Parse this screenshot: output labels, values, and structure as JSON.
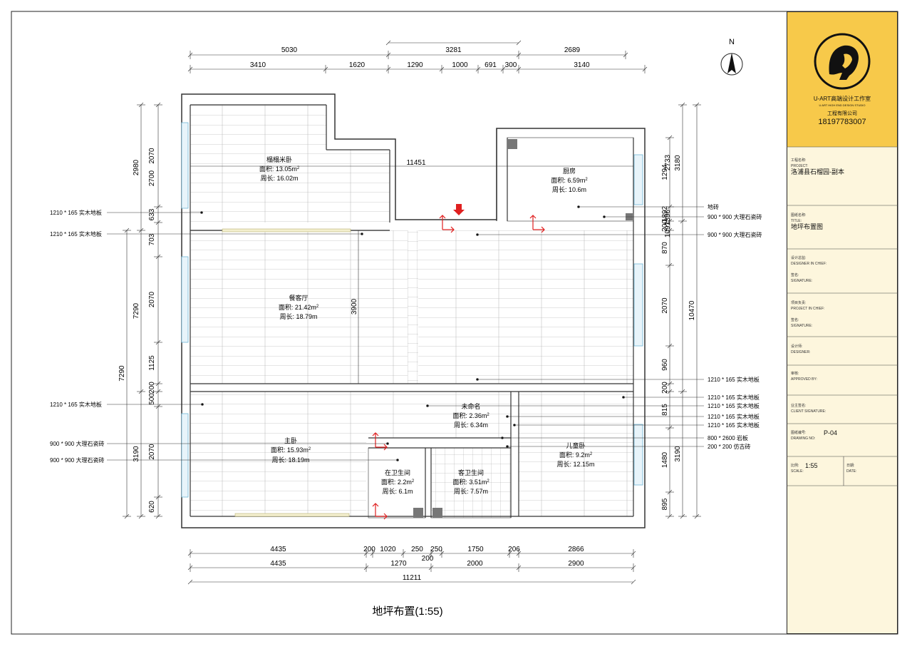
{
  "drawing_title": "地坪布置(1:55)",
  "north": "N",
  "rooms": [
    {
      "name": "榻榻米卧",
      "area": "面积: 13.05m",
      "perimeter": "周长: 16.02m"
    },
    {
      "name": "厨房",
      "area": "面积: 6.59m",
      "perimeter": "周长: 10.6m"
    },
    {
      "name": "餐客厅",
      "area": "面积: 21.42m",
      "perimeter": "周长: 18.79m"
    },
    {
      "name": "未命名",
      "area": "面积: 2.36m",
      "perimeter": "周长: 6.34m"
    },
    {
      "name": "主卧",
      "area": "面积: 15.93m",
      "perimeter": "周长: 18.19m"
    },
    {
      "name": "儿童卧",
      "area": "面积: 9.2m",
      "perimeter": "周长: 12.15m"
    },
    {
      "name": "在卫生间",
      "area": "面积: 2.2m",
      "perimeter": "周长: 6.1m"
    },
    {
      "name": "客卫生间",
      "area": "面积: 3.51m",
      "perimeter": "周长: 7.57m"
    }
  ],
  "area_sup": "2",
  "dims": {
    "top_overall": [
      "5030",
      "3281",
      "2689"
    ],
    "top_detail": [
      "3410",
      "1620",
      "1290",
      "1000",
      "691",
      "300",
      "3140"
    ],
    "bottom_detail": [
      "4435",
      "200",
      "1020",
      "250",
      "250",
      "1750",
      "206",
      "2866"
    ],
    "bottom_mid": "200",
    "bottom_overall": [
      "4435",
      "1270",
      "2000",
      "2900"
    ],
    "bottom_total": "11211",
    "left_outer": [
      "2980",
      "7290",
      "3190"
    ],
    "left_inner": [
      "2070",
      "633",
      "703",
      "2070",
      "1125",
      "200",
      "500",
      "2070",
      "620"
    ],
    "left_inner_extra": "2700",
    "right_inner": [
      "1294",
      "1892",
      "200",
      "870",
      "2070",
      "960",
      "200",
      "815",
      "1480",
      "895"
    ],
    "right_inner_extra": [
      "2733",
      "1396",
      "1097"
    ],
    "right_outer": [
      "3180",
      "10470",
      "3190"
    ],
    "inner_h": "11451",
    "inner_v": "3900"
  },
  "left_labels": [
    "1210 * 165 实木地板",
    "1210 * 165 实木地板",
    "1210 * 165 实木地板",
    "900 * 900 大理石瓷砖",
    "900 * 900 大理石瓷砖"
  ],
  "right_labels": [
    "地砖",
    "900 * 900 大理石瓷砖",
    "900 * 900 大理石瓷砖",
    "1210 * 165 实木地板",
    "1210 * 165 实木地板",
    "1210 * 165 实木地板",
    "1210 * 165 实木地板",
    "1210 * 165 实木地板",
    "800 * 2600 岩板",
    "200 * 200 仿古砖"
  ],
  "title_block": {
    "studio": "U-ART高端设计工作室",
    "studio_en": "U ART HIGH END DESIGN STUDIO",
    "company": "工程有限公司",
    "phone": "18197783007",
    "project_label": "工程名称:",
    "project_label_en": "PROJECT:",
    "project": "洛浦县石榴园-副本",
    "title_label": "图纸名称:",
    "title_label_en": "TITLE:",
    "title": "地坪布置图",
    "chief_label": "设计总监:",
    "chief_label_en": "DESIGNER IN CHIEF:",
    "sign1_label": "签名:",
    "sign1_label_en": "SIGNATURE:",
    "pm_label": "项目负责:",
    "pm_label_en": "PROJECT IN CHIEF:",
    "sign2_label": "签名:",
    "sign2_label_en": "SIGNATURE:",
    "designer_label": "设计师:",
    "designer_label_en": "DESIGNER:",
    "approved_label": "审核:",
    "approved_label_en": "APPROVED BY:",
    "client_label": "业主签名:",
    "client_label_en": "CLIENT SIGNATURE:",
    "no_label": "图纸编号:",
    "no_label_en": "DRAWING NO:",
    "no": "P-04",
    "scale_label": "比例:",
    "scale_label_en": "SCALE:",
    "scale": "1:55",
    "date_label": "日期:",
    "date_label_en": "DATE:"
  },
  "colors": {
    "title_block": "#f7c94a",
    "title_block_light": "#fdf6dd",
    "wall": "#333333",
    "floor": "#9a9a9a",
    "window": "#6fb6d6",
    "arrow": "#e02020"
  }
}
